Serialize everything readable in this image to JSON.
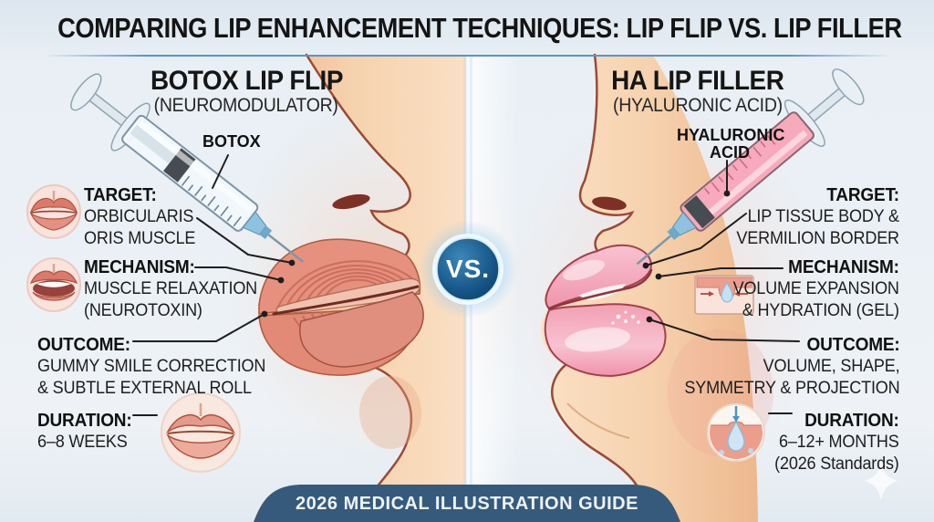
{
  "title": "COMPARING LIP ENHANCEMENT TECHNIQUES: LIP FLIP VS. LIP FILLER",
  "divider": {
    "vs_label": "VS."
  },
  "footer": {
    "banner_label": "2026 MEDICAL ILLUSTRATION GUIDE"
  },
  "left": {
    "heading": "BOTOX LIP FLIP",
    "subheading": "(NEUROMODULATOR)",
    "callout": "BOTOX",
    "sections": [
      {
        "label": "TARGET:",
        "lines": [
          "ORBICULARIS",
          "ORIS MUSCLE"
        ]
      },
      {
        "label": "MECHANISM:",
        "lines": [
          "MUSCLE RELAXATION",
          "(NEUROTOXIN)"
        ]
      },
      {
        "label": "OUTCOME:",
        "lines": [
          "GUMMY SMILE CORRECTION",
          "& SUBTLE EXTERNAL ROLL"
        ]
      },
      {
        "label": "DURATION:",
        "lines": [
          "6–8 WEEKS"
        ]
      }
    ],
    "icons": [
      "lips-closed",
      "lips-open",
      "lips-full"
    ]
  },
  "right": {
    "heading": "HA LIP FILLER",
    "subheading": "(HYALURONIC ACID)",
    "callout_lines": [
      "HYALURONIC",
      "ACID"
    ],
    "sections": [
      {
        "label": "TARGET:",
        "lines": [
          "LIP TISSUE BODY &",
          "VERMILION BORDER"
        ]
      },
      {
        "label": "MECHANISM:",
        "lines": [
          "VOLUME EXPANSION",
          "& HYDRATION (GEL)"
        ]
      },
      {
        "label": "OUTCOME:",
        "lines": [
          "VOLUME, SHAPE,",
          "SYMMETRY & PROJECTION"
        ]
      },
      {
        "label": "DURATION:",
        "lines": [
          "6–12+ MONTHS",
          "(2026 Standards)"
        ]
      }
    ],
    "icons": [
      "gel-cross-section",
      "droplet-absorption"
    ]
  },
  "colors": {
    "background": "#e9eff5",
    "title_text": "#141414",
    "accent_blue": "#12507f",
    "banner_blue": "#365a7c",
    "skin": "#f4cda9",
    "lips_pink": "#f2a6bb",
    "muscle_salmon": "#e28a76"
  }
}
